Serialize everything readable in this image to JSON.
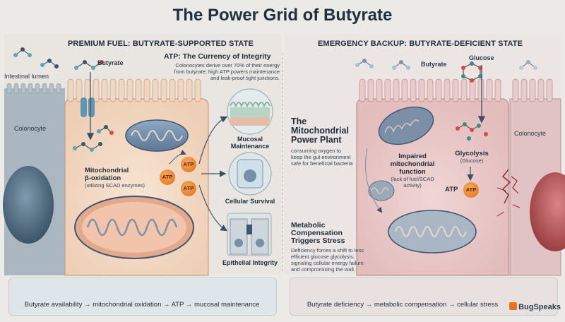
{
  "title": "The Power Grid of Butyrate",
  "left": {
    "panel_title": "PREMIUM FUEL: BUTYRATE-SUPPORTED STATE",
    "intestinal_lumen": "Intestinal lumen",
    "butyrate": "Butyrate",
    "colonocyte": "Colonocyte",
    "atp_heading": "ATP: The Currency of Integrity",
    "atp_desc_1": "Colonocytes derive over 70% of their energy",
    "atp_desc_2": "from butyrate; high ATP powers maintenance",
    "atp_desc_3": "and leak-proof tight junctions.",
    "beta_label_1": "Mitochondrial",
    "beta_label_2": "β-oxidation",
    "beta_label_3": "(utilizing SCAD enzymes)",
    "atp": "ATP",
    "outcome_mucosal_1": "Mucosal",
    "outcome_mucosal_2": "Maintenance",
    "outcome_survival": "Cellular Survival",
    "outcome_epithelial": "Epithelial Integrity",
    "bottom_caption": "Butyrate availability → mitochondrial oxidation → ATP → mucosal maintenance"
  },
  "middle": {
    "power_plant_1": "The",
    "power_plant_2": "Mitochondrial",
    "power_plant_3": "Power Plant",
    "power_plant_desc_1": "consuming oxygen to",
    "power_plant_desc_2": "keep the gut environment",
    "power_plant_desc_3": "safe for beneficial bacteria",
    "compensation_1": "Metabolic",
    "compensation_2": "Compensation",
    "compensation_3": "Triggers Stress",
    "compensation_desc_1": "Deficiency forces a shift to less",
    "compensation_desc_2": "efficient glucose glycolysis,",
    "compensation_desc_3": "signaling cellular energy failure",
    "compensation_desc_4": "and compromising the wall."
  },
  "right": {
    "panel_title": "EMERGENCY BACKUP: BUTYRATE-DEFICIENT STATE",
    "butyrate": "Butyrate",
    "glucose": "Glucose",
    "colonocyte": "Colonocyte",
    "impaired_1": "Impaired",
    "impaired_2": "mitochondrial function",
    "impaired_3": "(lack of fuel/SCAD",
    "impaired_4": "activity)",
    "glycolysis": "Glycolysis",
    "glycolysis_sub": "(Glucose)",
    "atp": "ATP",
    "bottom_caption": "Butyrate deficiency → metabolic compensation → cellular stress"
  },
  "brand": "BugSpeaks",
  "colors": {
    "healthy_cell": "#f3d9c4",
    "neighbor_cell": "#a9b6be",
    "stressed_cell": "#e7c5c5",
    "atp": "#e8812a",
    "mito": "#6f8aa8"
  }
}
